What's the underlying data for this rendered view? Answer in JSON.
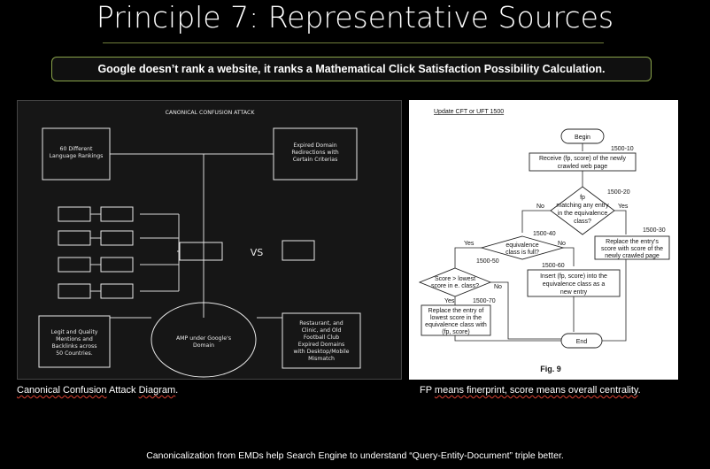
{
  "slide": {
    "title": "Principle 7: Representative Sources",
    "banner": "Google doesn’t rank a website, it ranks a Mathematical Click Satisfaction Possibility Calculation.",
    "footer": "Canonicalization from EMDs help Search Engine to understand “Query-Entity-Document” triple better."
  },
  "left_diagram": {
    "title": "CANONICAL CONFUSION ATTACK",
    "box_top_left": [
      "60 Different",
      "Language Rankings"
    ],
    "box_top_right": [
      "Expired Domain",
      "Redirections with",
      "Certain Criterias"
    ],
    "vs_label": "VS",
    "box_bottom_left": [
      "Legit and Quality",
      "Mentions and",
      "Backlinks across",
      "50 Countries."
    ],
    "circle_label": [
      "AMP under Google's",
      "Domain"
    ],
    "box_bottom_right": [
      "Restaurant, and",
      "Clinic, and Old",
      "Football Club",
      "Expired Domains",
      "with Desktop/Mobile",
      "Mismatch"
    ]
  },
  "flowchart": {
    "header": "Update CFT or UFT 1500",
    "begin": "Begin",
    "end": "End",
    "step_1500_10": "1500-10",
    "receive": [
      "Receive (fp, score) of the newly",
      "crawled web page"
    ],
    "step_1500_20": "1500-20",
    "decision_match": [
      "fp",
      "matching any entry",
      "in the equivalence",
      "class?"
    ],
    "no": "No",
    "yes": "Yes",
    "step_1500_30": "1500-30",
    "replace_entry": [
      "Replace the entry's",
      "score with score of the",
      "newly crawled page"
    ],
    "step_1500_40": "1500-40",
    "decision_full": [
      "equivalence",
      "class is full?"
    ],
    "step_1500_50": "1500-50",
    "decision_score": [
      "Score > lowest",
      "score in e. class?"
    ],
    "step_1500_60": "1500-60",
    "insert": [
      "Insert (fp, score) into the",
      "equivalence class as a",
      "new entry"
    ],
    "step_1500_70": "1500-70",
    "replace_lowest": [
      "Replace the entry of",
      "lowest score in the",
      "equivalence class with",
      "(fp, score)"
    ],
    "figure": "Fig. 9"
  },
  "captions": {
    "left_part1": "Canonical Confusion",
    "left_part2": " Attack ",
    "left_part3": "Diagram",
    "left_part4": ".",
    "right_part1": "FP ",
    "right_part2": "means finerprint, score means overall centrality",
    "right_part3": "."
  }
}
